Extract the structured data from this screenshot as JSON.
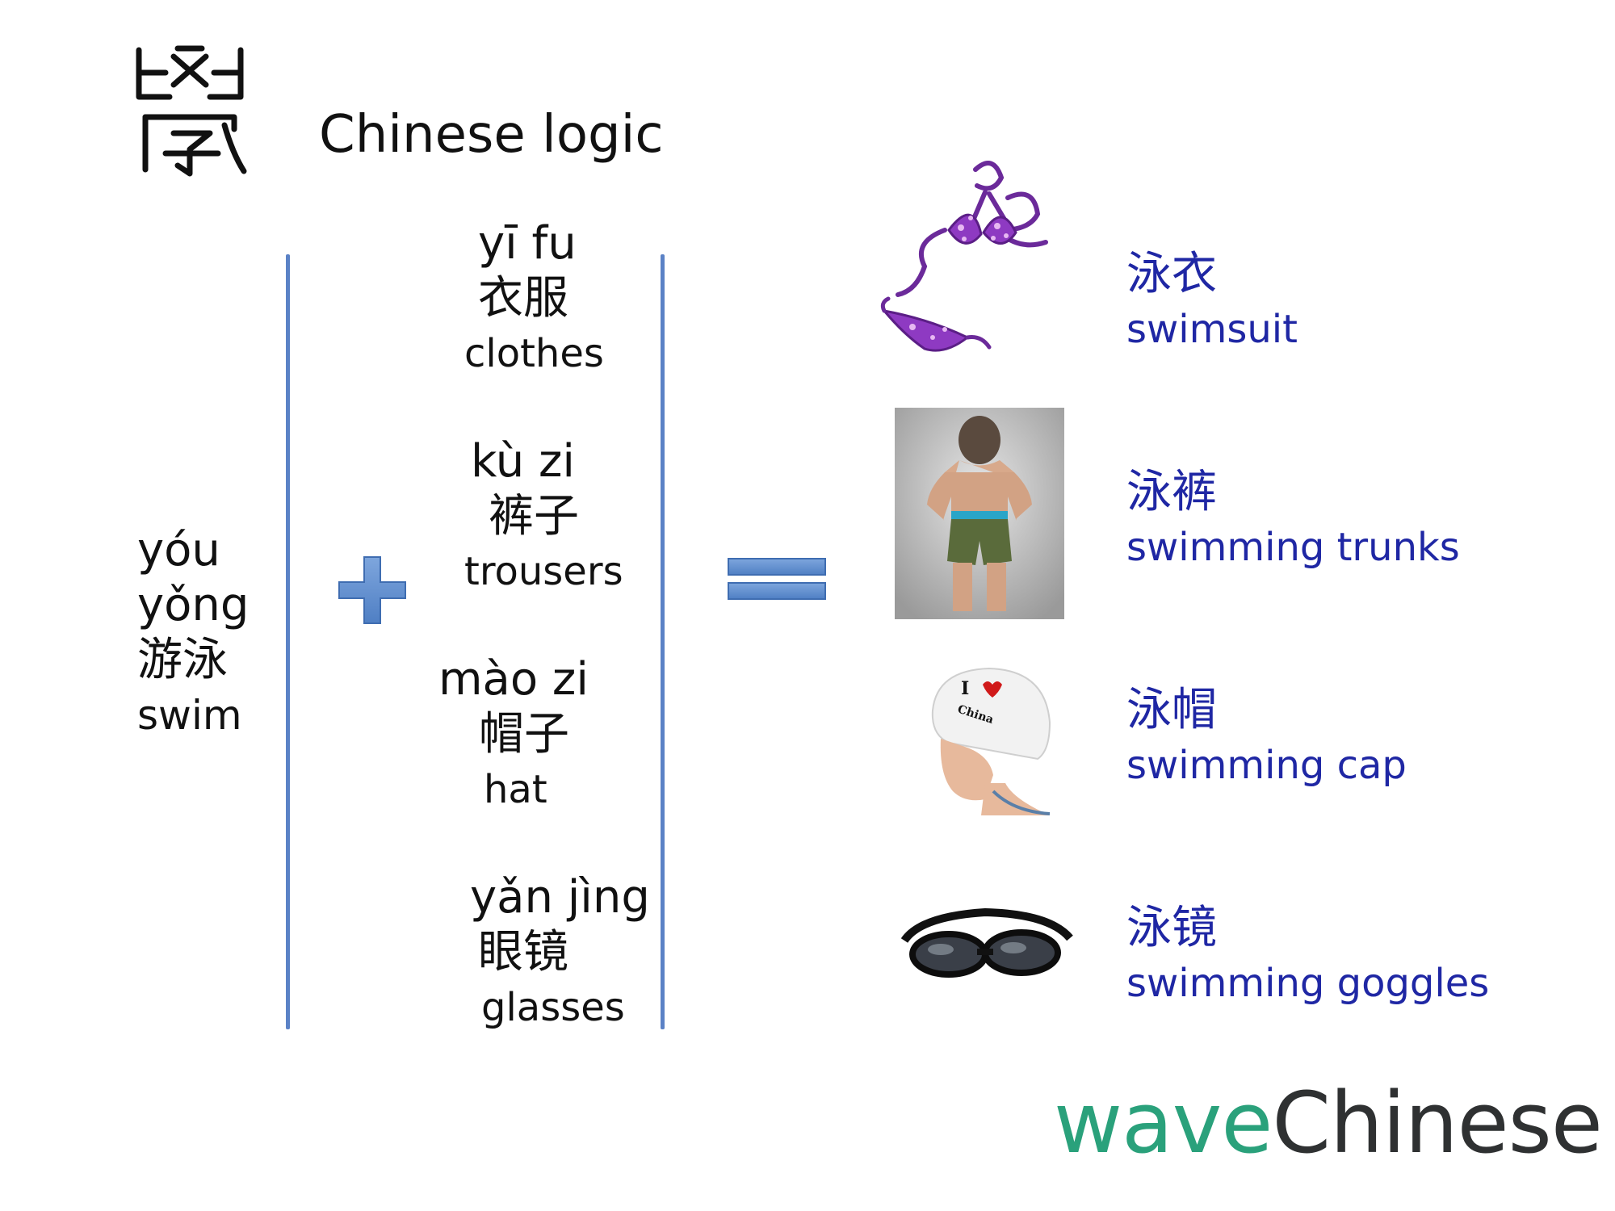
{
  "header": {
    "title": "Chinese logic",
    "seal_char": "學"
  },
  "base": {
    "pinyin1": "yóu",
    "pinyin2": "yǒng",
    "hanzi": "游泳",
    "english": "swim"
  },
  "components": [
    {
      "pinyin": "yī fu",
      "hanzi": "衣服",
      "english": "clothes"
    },
    {
      "pinyin": "kù zi",
      "hanzi": "裤子",
      "english": "trousers"
    },
    {
      "pinyin": "mào zi",
      "hanzi": "帽子",
      "english": "hat"
    },
    {
      "pinyin": "yǎn jìng",
      "hanzi": "眼镜",
      "english": "glasses"
    }
  ],
  "results": [
    {
      "hanzi": "泳衣",
      "english": "swimsuit"
    },
    {
      "hanzi": "泳裤",
      "english": "swimming trunks"
    },
    {
      "hanzi": "泳帽",
      "english": "swimming cap"
    },
    {
      "hanzi": "泳镜",
      "english": "swimming goggles"
    }
  ],
  "cap_text": {
    "line1": "I",
    "line2": "China"
  },
  "logo": {
    "part1": "wave",
    "part2": "Chinese"
  },
  "colors": {
    "accent_blue": "#5b82c6",
    "result_text": "#1f27a4",
    "logo_green": "#2aa17b",
    "logo_dark": "#2f3132"
  }
}
